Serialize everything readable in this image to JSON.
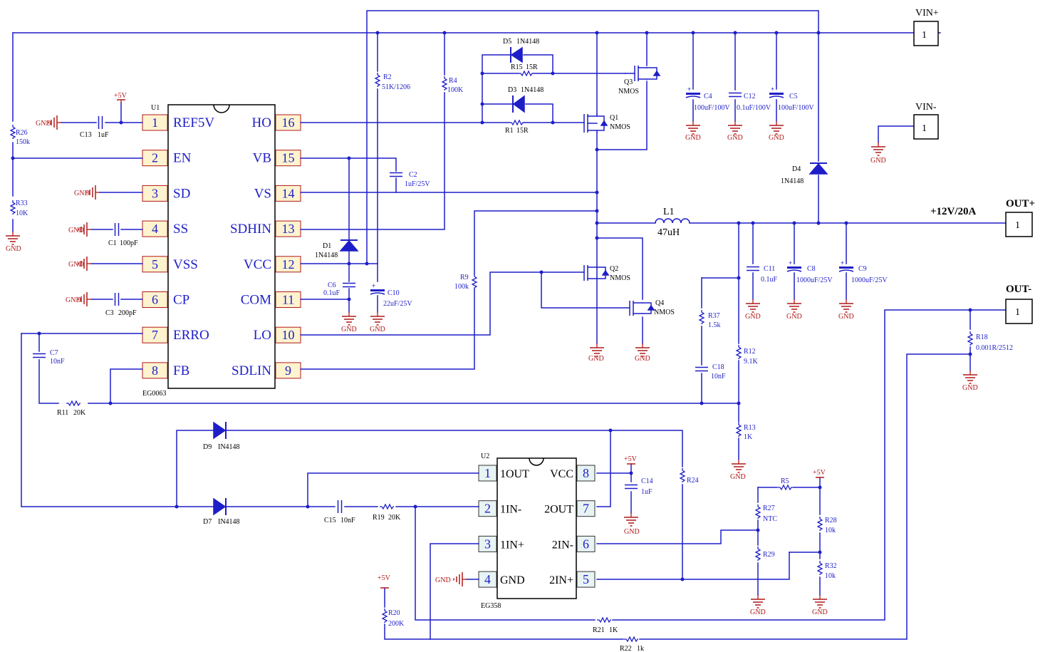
{
  "u1": {
    "ref": "U1",
    "part": "EG0063",
    "pins_left": [
      {
        "num": "1",
        "name": "REF5V"
      },
      {
        "num": "2",
        "name": "EN"
      },
      {
        "num": "3",
        "name": "SD"
      },
      {
        "num": "4",
        "name": "SS"
      },
      {
        "num": "5",
        "name": "VSS"
      },
      {
        "num": "6",
        "name": "CP"
      },
      {
        "num": "7",
        "name": "ERRO"
      },
      {
        "num": "8",
        "name": "FB"
      }
    ],
    "pins_right": [
      {
        "num": "16",
        "name": "HO"
      },
      {
        "num": "15",
        "name": "VB"
      },
      {
        "num": "14",
        "name": "VS"
      },
      {
        "num": "13",
        "name": "SDHIN"
      },
      {
        "num": "12",
        "name": "VCC"
      },
      {
        "num": "11",
        "name": "COM"
      },
      {
        "num": "10",
        "name": "LO"
      },
      {
        "num": "9",
        "name": "SDLIN"
      }
    ]
  },
  "u2": {
    "ref": "U2",
    "part": "EG358",
    "pins_left": [
      {
        "num": "1",
        "name": "1OUT"
      },
      {
        "num": "2",
        "name": "1IN-"
      },
      {
        "num": "3",
        "name": "1IN+"
      },
      {
        "num": "4",
        "name": "GND"
      }
    ],
    "pins_right": [
      {
        "num": "8",
        "name": "VCC"
      },
      {
        "num": "7",
        "name": "2OUT"
      },
      {
        "num": "6",
        "name": "2IN-"
      },
      {
        "num": "5",
        "name": "2IN+"
      }
    ]
  },
  "connectors": {
    "vin_plus": {
      "label": "VIN+",
      "pin": "1"
    },
    "vin_minus": {
      "label": "VIN-",
      "pin": "1"
    },
    "out_plus": {
      "label": "OUT+",
      "pin": "1"
    },
    "out_minus": {
      "label": "OUT-",
      "pin": "1"
    },
    "output_rating": "+12V/20A"
  },
  "nets": {
    "gnd": "GND",
    "p5v": "+5V"
  },
  "components": {
    "C13": {
      "ref": "C13",
      "value": "1uF"
    },
    "C1": {
      "ref": "C1",
      "value": "100pF"
    },
    "C3": {
      "ref": "C3",
      "value": "200pF"
    },
    "C7": {
      "ref": "C7",
      "value": "10nF"
    },
    "R11": {
      "ref": "R11",
      "value": "20K"
    },
    "R26": {
      "ref": "R26",
      "value": "150k"
    },
    "R33": {
      "ref": "R33",
      "value": "10K"
    },
    "R2": {
      "ref": "R2",
      "value": "51K/1206"
    },
    "R4": {
      "ref": "R4",
      "value": "100K"
    },
    "C2": {
      "ref": "C2",
      "value": "1uF/25V"
    },
    "D1": {
      "ref": "D1",
      "value": "1N4148"
    },
    "C6": {
      "ref": "C6",
      "value": "0.1uF"
    },
    "C10": {
      "ref": "C10",
      "value": "22uF/25V"
    },
    "R9": {
      "ref": "R9",
      "value": "100k"
    },
    "D5": {
      "ref": "D5",
      "value": "1N4148"
    },
    "R15": {
      "ref": "R15",
      "value": "15R"
    },
    "D3": {
      "ref": "D3",
      "value": "1N4148"
    },
    "R1": {
      "ref": "R1",
      "value": "15R"
    },
    "Q1": {
      "ref": "Q1",
      "value": "NMOS"
    },
    "Q3": {
      "ref": "Q3",
      "value": "NMOS"
    },
    "Q2": {
      "ref": "Q2",
      "value": "NMOS"
    },
    "Q4": {
      "ref": "Q4",
      "value": "NMOS"
    },
    "C4": {
      "ref": "C4",
      "value": "100uF/100V"
    },
    "C12": {
      "ref": "C12",
      "value": "0.1uF/100V"
    },
    "C5": {
      "ref": "C5",
      "value": "100uF/100V"
    },
    "D4": {
      "ref": "D4",
      "value": "1N4148"
    },
    "L1": {
      "ref": "L1",
      "value": "47uH"
    },
    "C11": {
      "ref": "C11",
      "value": "0.1uF"
    },
    "C8": {
      "ref": "C8",
      "value": "1000uF/25V"
    },
    "C9": {
      "ref": "C9",
      "value": "1000uF/25V"
    },
    "R37": {
      "ref": "R37",
      "value": "1.5k"
    },
    "C18": {
      "ref": "C18",
      "value": "10nF"
    },
    "R12": {
      "ref": "R12",
      "value": "9.1K"
    },
    "R13": {
      "ref": "R13",
      "value": "1K"
    },
    "R18": {
      "ref": "R18",
      "value": "0.001R/2512"
    },
    "D9": {
      "ref": "D9",
      "value": "IN4148"
    },
    "D7": {
      "ref": "D7",
      "value": "IN4148"
    },
    "C15": {
      "ref": "C15",
      "value": "10nF"
    },
    "R19": {
      "ref": "R19",
      "value": "20K"
    },
    "R24": {
      "ref": "R24",
      "value": ""
    },
    "C14": {
      "ref": "C14",
      "value": "1uF"
    },
    "R5": {
      "ref": "R5",
      "value": ""
    },
    "R27": {
      "ref": "R27",
      "value": "NTC"
    },
    "R29": {
      "ref": "R29",
      "value": ""
    },
    "R28": {
      "ref": "R28",
      "value": "10k"
    },
    "R32": {
      "ref": "R32",
      "value": "10k"
    },
    "R20": {
      "ref": "R20",
      "value": "200K"
    },
    "R21": {
      "ref": "R21",
      "value": "1K"
    },
    "R22": {
      "ref": "R22",
      "value": "1k"
    }
  }
}
